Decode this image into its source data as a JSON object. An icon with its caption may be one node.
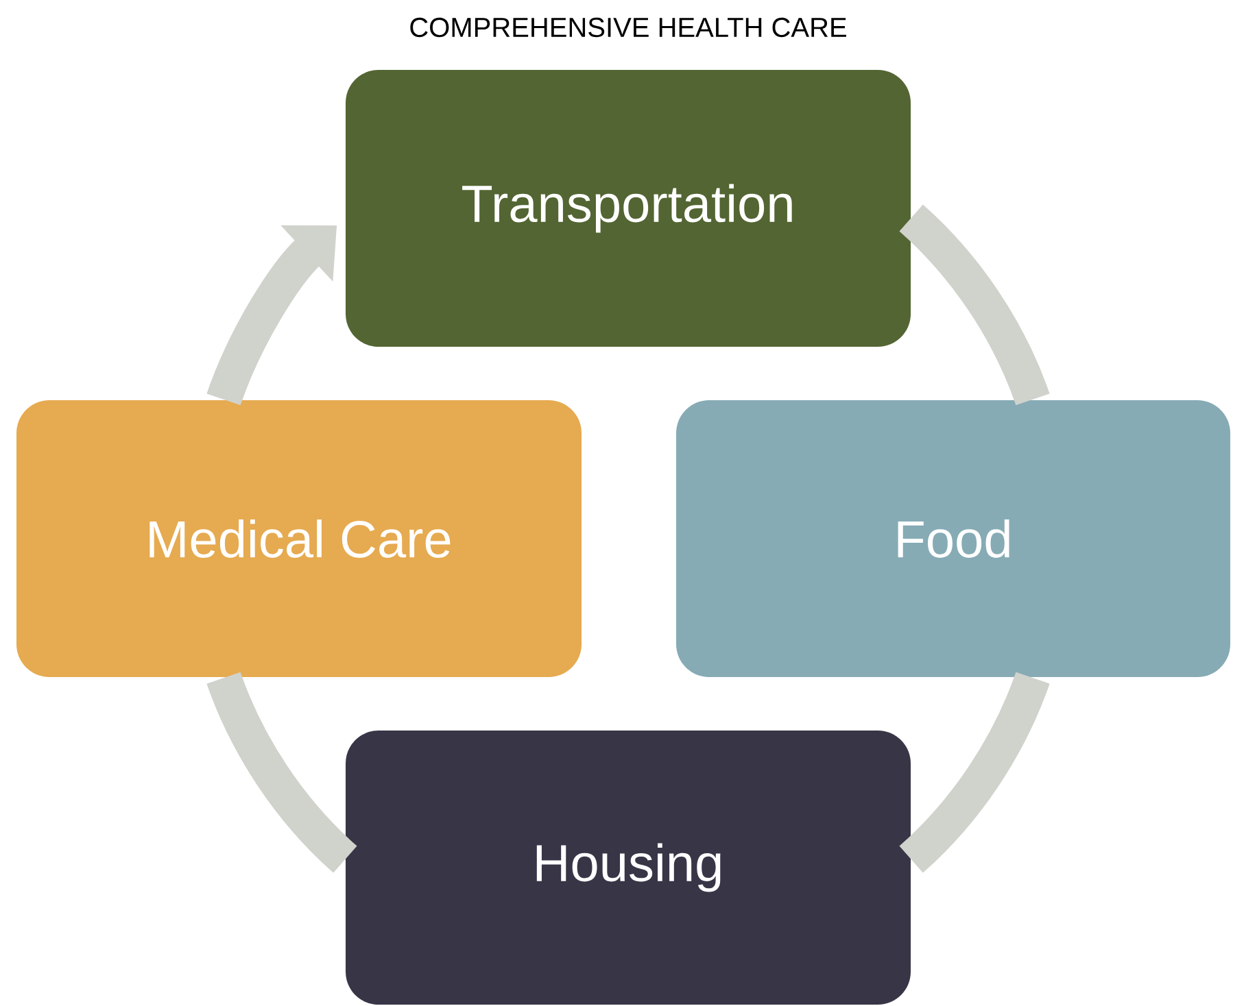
{
  "diagram": {
    "title": "COMPREHENSIVE HEALTH CARE",
    "nodes": [
      {
        "text": [
          "Transportation"
        ]
      },
      {
        "text": [
          "Food"
        ]
      },
      {
        "text": [
          "Housing"
        ]
      },
      {
        "text": [
          "Medical Care"
        ]
      }
    ],
    "edges": [
      {
        "from": 0,
        "to": 1,
        "arrow": "none"
      },
      {
        "from": 1,
        "to": 2,
        "arrow": "none"
      },
      {
        "from": 2,
        "to": 3,
        "arrow": "none"
      },
      {
        "from": 3,
        "to": 0,
        "arrow": "to"
      }
    ]
  }
}
